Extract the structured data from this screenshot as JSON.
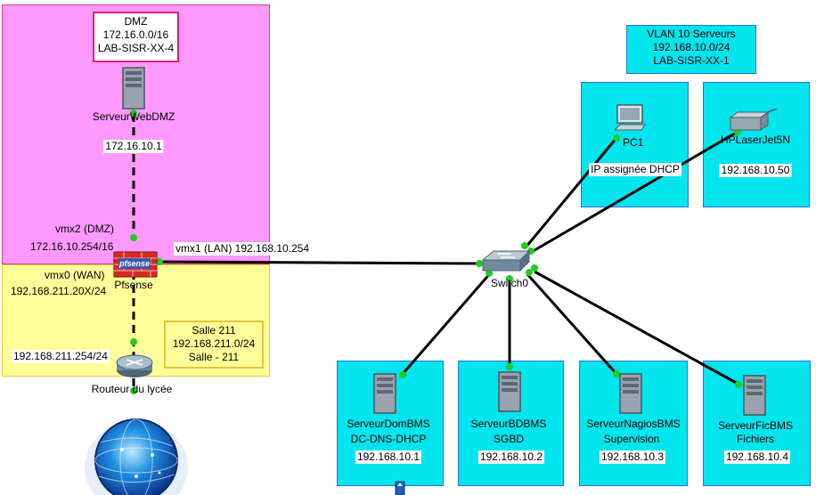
{
  "zones": {
    "dmz": {
      "lines": [
        "DMZ",
        "172.16.0.0/16",
        "LAB-SISR-XX-4"
      ],
      "color": "#ff99ff"
    },
    "wan": {
      "color": "#ffff99"
    },
    "vlan": {
      "lines": [
        "VLAN 10 Serveurs",
        "192.168.10.0/24",
        "LAB-SISR-XX-1"
      ],
      "color": "#00e5ee"
    },
    "salle": {
      "lines": [
        "Salle 211",
        "192.168.211.0/24",
        "Salle - 211"
      ]
    }
  },
  "devices": {
    "webdmz": {
      "name": "ServeurWebDMZ",
      "ip": "172.16.10.1"
    },
    "pfsense": {
      "name": "Pfsense",
      "logo_text": "pfsense"
    },
    "router": {
      "name": "Routeur du lycée"
    },
    "switch": {
      "name": "Switch0"
    },
    "pc1": {
      "name": "PC1",
      "info": "IP assignée DHCP"
    },
    "printer": {
      "name": "HPLaserJet5N",
      "ip": "192.168.10.50"
    },
    "servers": [
      {
        "name": "ServeurDomBMS",
        "role": "DC-DNS-DHCP",
        "ip": "192.168.10.1"
      },
      {
        "name": "ServeurBDBMS",
        "role": "SGBD",
        "ip": "192.168.10.2"
      },
      {
        "name": "ServeurNagiosBMS",
        "role": "Supervision",
        "ip": "192.168.10.3"
      },
      {
        "name": "ServeurFicBMS",
        "role": "Fichiers",
        "ip": "192.168.10.4"
      }
    ]
  },
  "interfaces": {
    "vmx2_name": "vmx2 (DMZ)",
    "vmx2_ip": "172.16.10.254/16",
    "vmx1": "vmx1 (LAN) 192.168.10.254",
    "vmx0_name": "vmx0 (WAN)",
    "vmx0_ip": "192.168.211.20X/24",
    "router_ip": "192.168.211.254/24"
  },
  "colors": {
    "link": "#000000",
    "port": "#22cc22",
    "accent": "#2e6fd6"
  }
}
